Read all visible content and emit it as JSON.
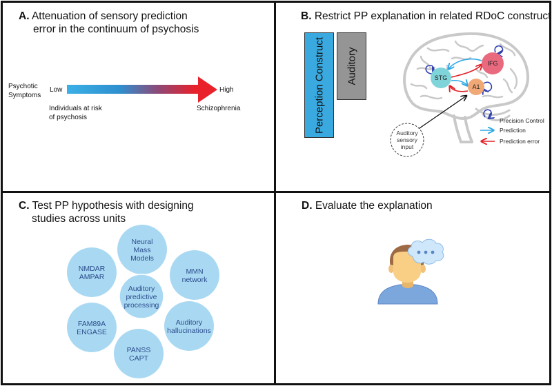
{
  "panels": {
    "a": {
      "letter": "A.",
      "title_line1": "Attenuation of sensory prediction",
      "title_line2": "error in the continuum of psychosis",
      "axis_label_line1": "Psychotic",
      "axis_label_line2": "Symptoms",
      "low_label": "Low",
      "high_label": "High",
      "low_group_line1": "Individuals at risk",
      "low_group_line2": "of psychosis",
      "high_group": "Schizophrenia",
      "gradient_start_color": "#3bb0e6",
      "gradient_end_color": "#e8212b"
    },
    "b": {
      "letter": "B.",
      "title": "Restrict PP explanation in related RDoC construct",
      "construct_label": "Perception Construct",
      "construct_color": "#3aa9e0",
      "subconstruct_label": "Auditory",
      "subconstruct_color": "#959595",
      "nodes": {
        "stg": {
          "label": "STG",
          "color": "#7fd4d9"
        },
        "ifg": {
          "label": "IFG",
          "color": "#e96a7e"
        },
        "a1": {
          "label": "A1",
          "color": "#f1a877"
        }
      },
      "input_line1": "Auditory",
      "input_line2": "sensory",
      "input_line3": "input",
      "legend": [
        {
          "icon": "precision-control-icon",
          "label": "Precision Control",
          "color": "#2d3fb0"
        },
        {
          "icon": "prediction-arrow-icon",
          "label": "Prediction",
          "color": "#2ea8e6"
        },
        {
          "icon": "prediction-error-arrow-icon",
          "label": "Prediction error",
          "color": "#e22027"
        }
      ]
    },
    "c": {
      "letter": "C.",
      "title_line1": "Test PP hypothesis with designing",
      "title_line2": "studies across units",
      "circle_color": "#a9d9f2",
      "text_color": "#2b4c8c",
      "circles": [
        {
          "lines": [
            "Neural",
            "Mass",
            "Models"
          ]
        },
        {
          "lines": [
            "NMDAR",
            "AMPAR"
          ]
        },
        {
          "lines": [
            "MMN",
            "network"
          ]
        },
        {
          "lines": [
            "Auditory",
            "predictive",
            "processing"
          ]
        },
        {
          "lines": [
            "FAM89A",
            "ENGASE"
          ]
        },
        {
          "lines": [
            "Auditory",
            "hallucinations"
          ]
        },
        {
          "lines": [
            "PANSS",
            "CAPT"
          ]
        }
      ]
    },
    "d": {
      "letter": "D.",
      "title": "Evaluate the explanation"
    }
  }
}
